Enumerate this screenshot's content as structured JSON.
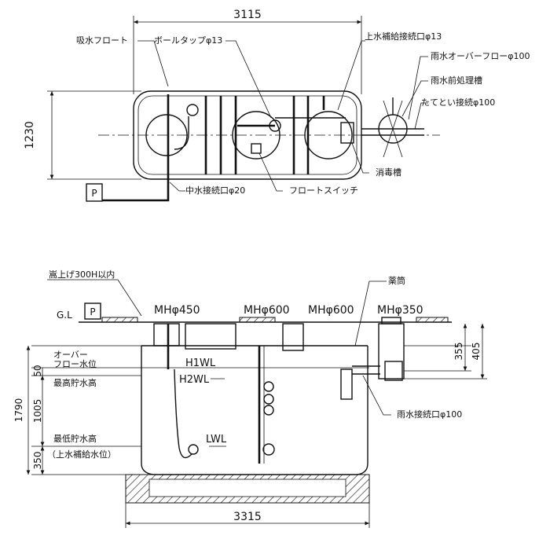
{
  "top_view": {
    "dim_width": "3115",
    "dim_depth": "1230",
    "labels": {
      "suction_float": "吸水フロート",
      "ball_tap": "ボールタップφ13",
      "makeup_inlet": "上水補給接続口φ13",
      "rain_overflow": "雨水オーバーフローφ100",
      "rain_pretreat": "雨水前処理槽",
      "downspout": "たてとい接続φ100",
      "disinfect": "消毒槽",
      "float_switch": "フロートスイッチ",
      "greywater_inlet": "中水接続口φ20",
      "pump": "P"
    }
  },
  "side_view": {
    "raise_note": "嵩上げ300H以内",
    "gl": "G.L",
    "pump": "P",
    "medicine": "薬筒",
    "manholes": [
      "MHφ450",
      "MHφ600",
      "MHφ600",
      "MHφ350"
    ],
    "overflow_level": [
      "オーバー",
      "フロー水位"
    ],
    "max_storage": "最高貯水高",
    "min_storage": "最低貯水高",
    "makeup_level": "（上水補給水位）",
    "h1wl": "H1WL",
    "h2wl": "H2WL",
    "lwl": "LWL",
    "rain_inlet": "雨水接続口φ100",
    "dims": {
      "total_height": "1790",
      "d50": "50",
      "d1005": "1005",
      "d350": "350",
      "d355": "355",
      "d405": "405",
      "base_width": "3315"
    }
  }
}
